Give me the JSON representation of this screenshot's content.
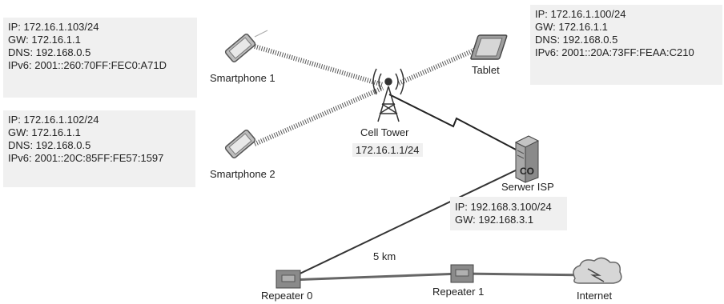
{
  "devices": {
    "smartphone1": {
      "label": "Smartphone 1"
    },
    "smartphone2": {
      "label": "Smartphone 2"
    },
    "tablet": {
      "label": "Tablet"
    },
    "cell_tower": {
      "label": "Cell Tower",
      "address": "172.16.1.1/24"
    },
    "server_isp": {
      "label": "Serwer ISP",
      "icon_text": "CO"
    },
    "repeater0": {
      "label": "Repeater 0"
    },
    "repeater1": {
      "label": "Repeater 1"
    },
    "internet": {
      "label": "Internet"
    }
  },
  "info": {
    "smartphone1": {
      "ip": "IP: 172.16.1.103/24",
      "gw": "GW: 172.16.1.1",
      "dns": "DNS: 192.168.0.5",
      "ipv6": "IPv6: 2001::260:70FF:FEC0:A71D"
    },
    "smartphone2": {
      "ip": "IP: 172.16.1.102/24",
      "gw": "GW: 172.16.1.1",
      "dns": "DNS: 192.168.0.5",
      "ipv6": "IPv6: 2001::20C:85FF:FE57:1597"
    },
    "tablet": {
      "ip": "IP: 172.16.1.100/24",
      "gw": "GW: 172.16.1.1",
      "dns": "DNS: 192.168.0.5",
      "ipv6": "IPv6: 2001::20A:73FF:FEAA:C210"
    },
    "server": {
      "ip": "IP: 192.168.3.100/24",
      "gw": "GW: 192.168.3.1"
    }
  },
  "links": {
    "distance_label": "5 km"
  },
  "colors": {
    "info_bg": "#f0f0f0",
    "cable": "#333333",
    "wireless": "#555555"
  }
}
